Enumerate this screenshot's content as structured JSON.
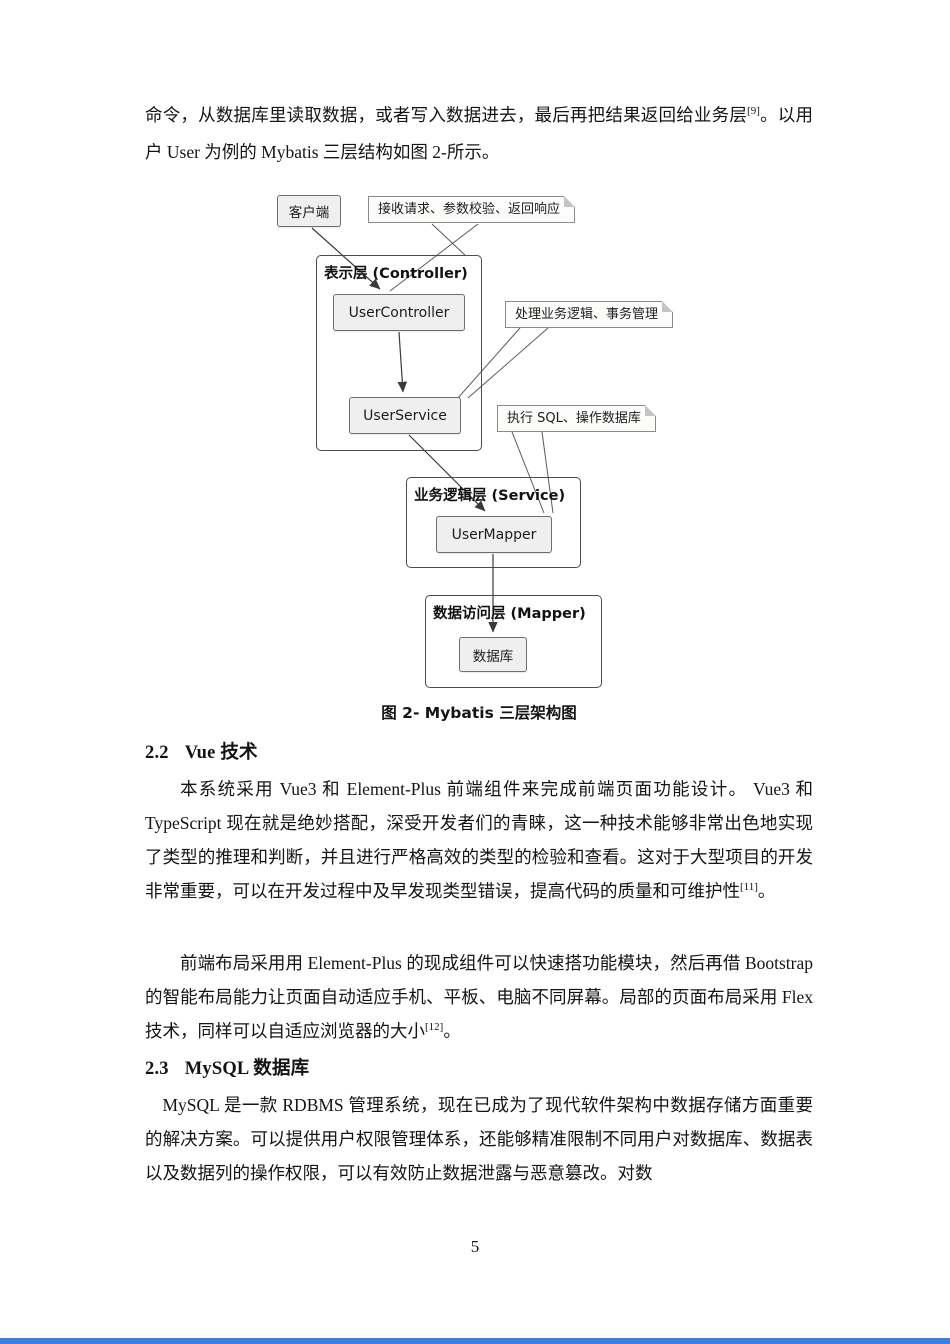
{
  "intro": {
    "segments": [
      {
        "t": "命令，从数据库里读取数据，或者写入数据进去，最后再把结果返回给业务层"
      },
      {
        "t": "[9]",
        "sup": true
      },
      {
        "t": "。以用户 User 为例的 Mybatis 三层结构如图 2-所示。"
      }
    ]
  },
  "figure": {
    "caption": "图 2- Mybatis 三层架构图",
    "client": "客户端",
    "notes": {
      "request": "接收请求、参数校验、返回响应",
      "business": "处理业务逻辑、事务管理",
      "sql": "执行 SQL、操作数据库"
    },
    "layers": {
      "controller": "表示层 (Controller)",
      "service": "业务逻辑层 (Service)",
      "mapper": "数据访问层 (Mapper)"
    },
    "boxes": {
      "controller": "UserController",
      "service": "UserService",
      "mapper": "UserMapper",
      "db": "数据库"
    }
  },
  "sections": [
    {
      "num": "2.2",
      "title": "Vue 技术",
      "paragraphs": [
        {
          "segments": [
            {
              "t": "本系统采用 Vue3 和 Element-Plus 前端组件来完成前端页面功能设计。 Vue3 和 TypeScript 现在就是绝妙搭配，深受开发者们的青睐，这一种技术能够非常出色地实现了类型的推理和判断，并且进行严格高效的类型的检验和查看。这对于大型项目的开发非常重要，可以在开发过程中及早发现类型错误，提高代码的质量和可维护性"
            },
            {
              "t": "[11]",
              "sup": true
            },
            {
              "t": "。"
            }
          ]
        },
        {
          "segments": [
            {
              "t": "前端布局采用用 Element-Plus 的现成组件可以快速搭功能模块，然后再借 Bootstrap 的智能布局能力让页面自动适应手机、平板、电脑不同屏幕。局部的页面布局采用 Flex 技术，同样可以自适应浏览器的大小"
            },
            {
              "t": "[12]",
              "sup": true
            },
            {
              "t": "。"
            }
          ]
        }
      ]
    },
    {
      "num": "2.3",
      "title": "MySQL 数据库",
      "paragraphs": [
        {
          "segments": [
            {
              "t": "MySQL 是一款 RDBMS 管理系统，现在已成为了现代软件架构中数据存储方面重要的解决方案。可以提供用户权限管理体系，还能够精准限制不同用户对数据库、数据表以及数据列的操作权限，可以有效防止数据泄露与恶意篡改。对数"
            }
          ]
        }
      ]
    }
  ],
  "footer": {
    "page_number": "5"
  }
}
